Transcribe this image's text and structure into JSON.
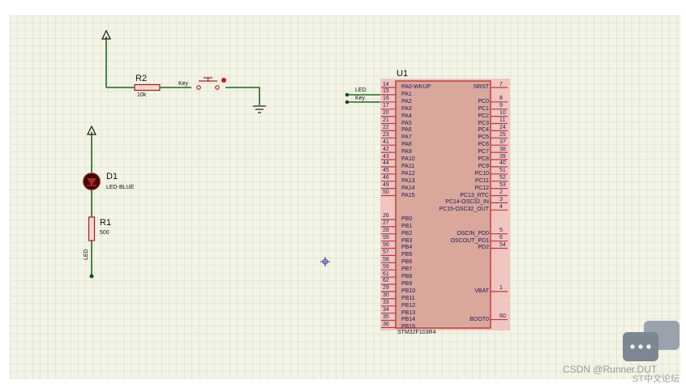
{
  "schematic": {
    "r2": {
      "ref": "R2",
      "value": "10k"
    },
    "key": {
      "label": "Key"
    },
    "d1": {
      "ref": "D1",
      "value": "LED-BLUE"
    },
    "r1": {
      "ref": "R1",
      "value": "500"
    },
    "led_net": "LED",
    "u1": {
      "ref": "U1",
      "part": "STM32F103R4",
      "left_pins": [
        {
          "num": "14",
          "name": "PA0-WKUP"
        },
        {
          "num": "15",
          "name": "PA1"
        },
        {
          "num": "16",
          "name": "PA2"
        },
        {
          "num": "17",
          "name": "PA3"
        },
        {
          "num": "20",
          "name": "PA4"
        },
        {
          "num": "21",
          "name": "PA5"
        },
        {
          "num": "22",
          "name": "PA6"
        },
        {
          "num": "23",
          "name": "PA7"
        },
        {
          "num": "41",
          "name": "PA8"
        },
        {
          "num": "42",
          "name": "PA9"
        },
        {
          "num": "43",
          "name": "PA10"
        },
        {
          "num": "44",
          "name": "PA11"
        },
        {
          "num": "45",
          "name": "PA12"
        },
        {
          "num": "46",
          "name": "PA13"
        },
        {
          "num": "49",
          "name": "PA14"
        },
        {
          "num": "50",
          "name": "PA15"
        },
        {
          "num": "26",
          "name": "PB0"
        },
        {
          "num": "27",
          "name": "PB1"
        },
        {
          "num": "28",
          "name": "PB2"
        },
        {
          "num": "55",
          "name": "PB3"
        },
        {
          "num": "56",
          "name": "PB4"
        },
        {
          "num": "57",
          "name": "PB5"
        },
        {
          "num": "58",
          "name": "PB6"
        },
        {
          "num": "59",
          "name": "PB7"
        },
        {
          "num": "61",
          "name": "PB8"
        },
        {
          "num": "62",
          "name": "PB9"
        },
        {
          "num": "29",
          "name": "PB10"
        },
        {
          "num": "30",
          "name": "PB11"
        },
        {
          "num": "33",
          "name": "PB12"
        },
        {
          "num": "34",
          "name": "PB13"
        },
        {
          "num": "35",
          "name": "PB14"
        },
        {
          "num": "36",
          "name": "PB15"
        }
      ],
      "right_pins": [
        {
          "num": "7",
          "name": "NRST"
        },
        {
          "num": "8",
          "name": "PC0"
        },
        {
          "num": "9",
          "name": "PC1"
        },
        {
          "num": "10",
          "name": "PC2"
        },
        {
          "num": "11",
          "name": "PC3"
        },
        {
          "num": "24",
          "name": "PC4"
        },
        {
          "num": "25",
          "name": "PC5"
        },
        {
          "num": "37",
          "name": "PC6"
        },
        {
          "num": "38",
          "name": "PC7"
        },
        {
          "num": "39",
          "name": "PC8"
        },
        {
          "num": "40",
          "name": "PC9"
        },
        {
          "num": "51",
          "name": "PC10"
        },
        {
          "num": "52",
          "name": "PC11"
        },
        {
          "num": "53",
          "name": "PC12"
        },
        {
          "num": "2",
          "name": "PC13_RTC"
        },
        {
          "num": "3",
          "name": "PC14-OSC32_IN"
        },
        {
          "num": "4",
          "name": "PC15-OSC32_OUT"
        },
        {
          "num": "5",
          "name": "OSCIN_PD0"
        },
        {
          "num": "6",
          "name": "OSCOUT_PD1"
        },
        {
          "num": "54",
          "name": "PD2"
        },
        {
          "num": "1",
          "name": "VBAT"
        },
        {
          "num": "60",
          "name": "BOOT0"
        }
      ]
    },
    "net_labels": {
      "pa1": "LED",
      "pa2": "Key"
    }
  },
  "watermark": {
    "text": "CSDN @Runner.DUT",
    "forum": "ST中文论坛"
  },
  "colors": {
    "wire": "#1d6b1d",
    "chip_fill": "#d9a79b",
    "chip_border": "#b63a3a",
    "grid": "#d8d8c4",
    "background": "#f3f3e6"
  }
}
